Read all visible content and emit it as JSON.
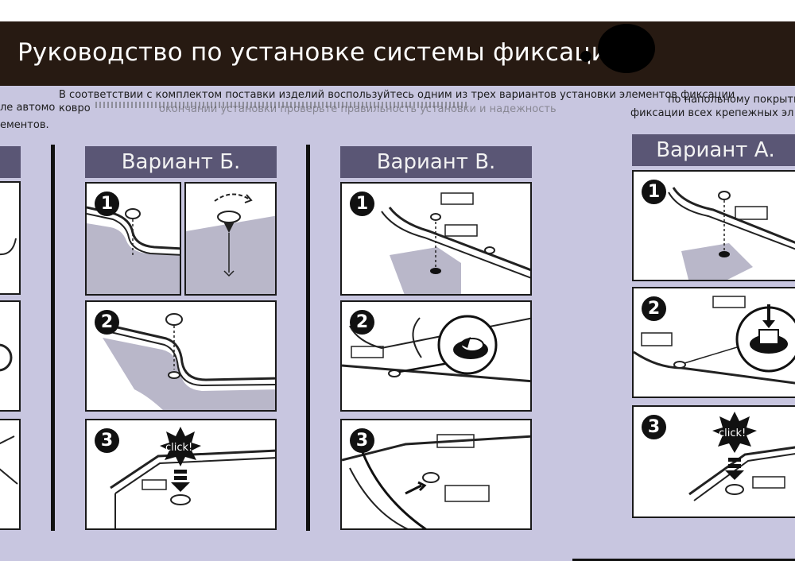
{
  "header": {
    "title": "Руководство по установке системы фиксации"
  },
  "intro": {
    "line1": "В соответствии с комплектом поставки изделий воспользуйтесь одним из трех вариантов установки элементов фиксации",
    "line2": "коврo",
    "left_fragment": "ементов.",
    "left_fragment_top": "ле автомо",
    "middle_fragment": "окончании установки проверьте правильность установки и надежность",
    "right_fragment_1": "по напольному покрытию",
    "right_fragment_2": "фиксации всех крепежных эл"
  },
  "variants": [
    {
      "label": "Вариант Б.",
      "steps": [
        "1",
        "2",
        "3"
      ],
      "click": "click!"
    },
    {
      "label": "Вариант В.",
      "steps": [
        "1",
        "2",
        "3"
      ]
    },
    {
      "label": "Вариант А.",
      "steps": [
        "1",
        "2",
        "3"
      ],
      "click": "click!"
    }
  ],
  "colors": {
    "header": "#271a12",
    "background": "#c8c6e0",
    "banner": "#5a5675",
    "carpet": "#b9b7c9"
  }
}
